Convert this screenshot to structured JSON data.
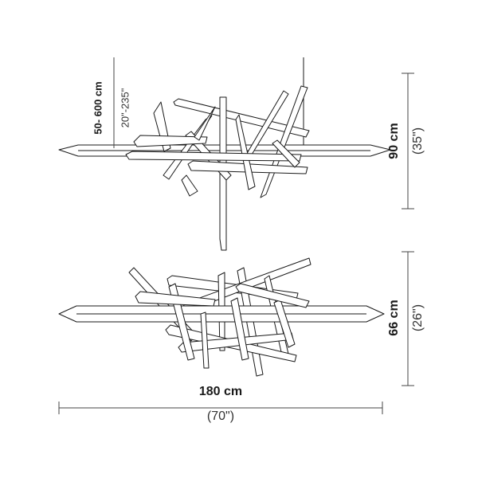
{
  "drop_height": {
    "metric": "50- 600 cm",
    "imperial": "20\"-235\""
  },
  "side_height": {
    "metric": "90 cm",
    "imperial": "(35\")"
  },
  "front_height": {
    "metric": "66 cm",
    "imperial": "(26\")"
  },
  "width": {
    "metric": "180 cm",
    "imperial": "(70\")"
  },
  "colors": {
    "line": "#1a1a1a",
    "dim_line": "#444444"
  }
}
